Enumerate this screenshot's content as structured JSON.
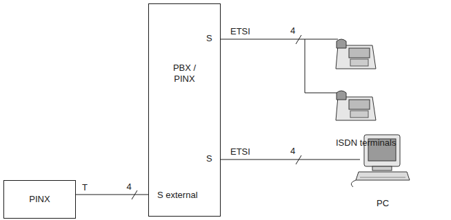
{
  "diagram": {
    "nodes": [
      {
        "text": [
          "PBX / PINX"
        ]
      },
      {
        "text": [
          "PINX"
        ]
      }
    ],
    "edges": [
      {
        "from": 1,
        "to": 0,
        "arrow": "none",
        "label": "4"
      }
    ],
    "labels": [
      "S",
      "ETSI",
      "4",
      "ISDN terminals",
      "S",
      "ETSI",
      "4",
      "PC",
      "T",
      "S external"
    ]
  }
}
